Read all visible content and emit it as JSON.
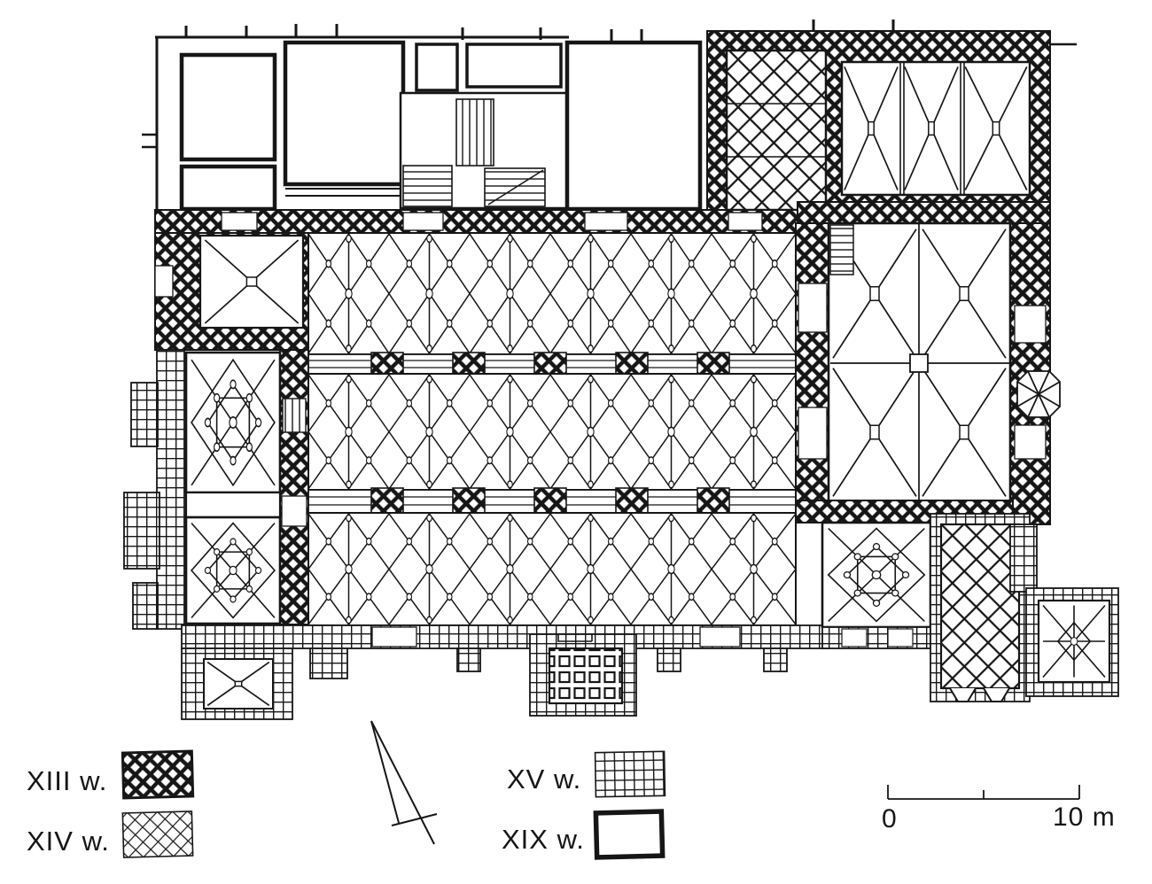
{
  "figure": {
    "kind": "scanned architectural floor plan (Gothic church with vault rib patterns)",
    "colors": {
      "ink": "#161616",
      "paper": "#ffffff"
    }
  },
  "legend": {
    "items": [
      {
        "label": "XIII w.",
        "swatch": "dense-crosshatch"
      },
      {
        "label": "XIV w.",
        "swatch": "light-crosshatch"
      },
      {
        "label": "XV w.",
        "swatch": "square-grid"
      },
      {
        "label": "XIX w.",
        "swatch": "plain-outline-rectangle"
      }
    ]
  },
  "scale_bar": {
    "start_label": "0",
    "end_label": "10 m"
  },
  "icons": {
    "north_arrow": "north-arrow"
  }
}
